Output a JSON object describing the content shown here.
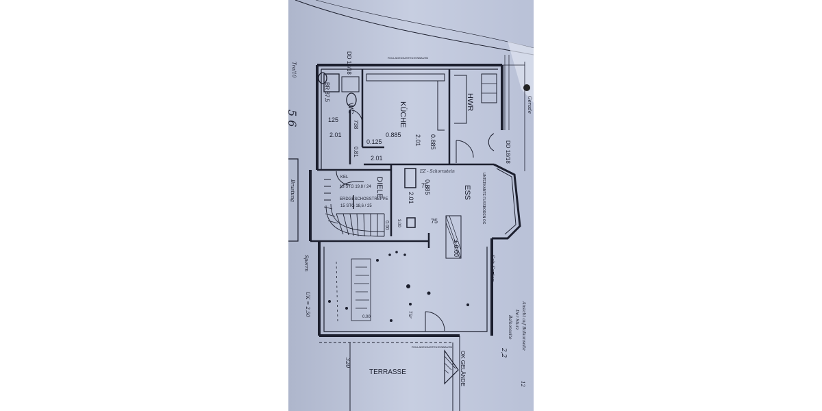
{
  "colors": {
    "paper": "#c4cbdf",
    "paper_light": "#d6dcec",
    "ink": "#1c1f2e",
    "background": "#ffffff"
  },
  "plan": {
    "rooms": {
      "wc": "WC",
      "kueche": "KÜCHE",
      "hwr": "HWR",
      "diele": "DIELE",
      "ess": "ESS",
      "terrasse": "TERRASSE",
      "ok_gelaende": "OK GELÄNDE"
    },
    "labels": {
      "dd_top": "DD 18/18",
      "dd_right": "DD 18/18",
      "br": "BR 87,5",
      "rollladen_top": "ROLLADENKASTEN EINBAUEN",
      "rollladen_bottom": "ROLLADENKASTEN EINBAUEN",
      "treppe": "ERDGESCHOSSTREPPE",
      "stg13": "13 STG 19,8 / 24",
      "stg15": "15 STG 18,6 / 25",
      "kel": "KEL",
      "unterkante": "UNTERKANTE FUSSBODEN OG",
      "ez": "EZ - Schornstein"
    },
    "dims": {
      "d_125a": "125",
      "d_201a": "2.01",
      "d_738": "738",
      "d_081": "0.81",
      "d_0125": "0.125",
      "d_0885a": "0.885",
      "d_201b": "2.01",
      "d_0885b": "0.885",
      "d_201c": "2.01",
      "d_75a": "75",
      "d_0885c": "0.885",
      "d_201d": "2.01",
      "d_75b": "75",
      "d_000a": "0.00",
      "d_000b": "± 0.00",
      "d_000c": "0.00",
      "d_300": "3.00"
    },
    "handwriting": {
      "note_left1": "Tra/10",
      "note_left2": "5 6",
      "note_left3": "Brustung",
      "note_left4": "Sperrn",
      "note_left5": "UK = 2,50",
      "note_right1": "Gerade",
      "note_right2": "Sch Sorten",
      "note_bottom": "Tür",
      "note_r1": "Ansicht auf Balkonseite",
      "note_r2": "Der Sturz",
      "note_r3": "Balkonseite",
      "note_r4": "2,2",
      "note_r5": "12",
      "note_320": "320"
    }
  }
}
